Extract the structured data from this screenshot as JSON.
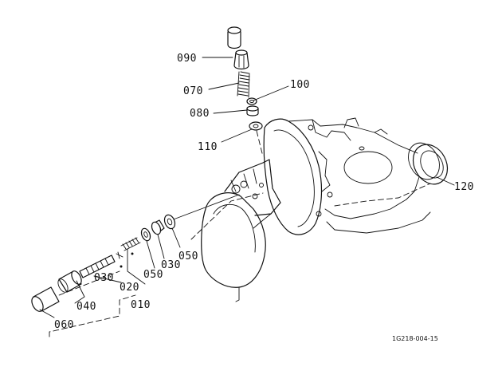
{
  "diagram": {
    "callouts": {
      "p090": "090",
      "p070": "070",
      "p100": "100",
      "p080": "080",
      "p110": "110",
      "p120": "120",
      "p050a": "050",
      "p030a": "030",
      "p050b": "050",
      "p030b": "030",
      "p020": "020",
      "p010": "010",
      "p040": "040",
      "p060": "060"
    },
    "document_reference": "1G218-004-15",
    "ink_color": "#111111",
    "paper_color": "#ffffff"
  }
}
